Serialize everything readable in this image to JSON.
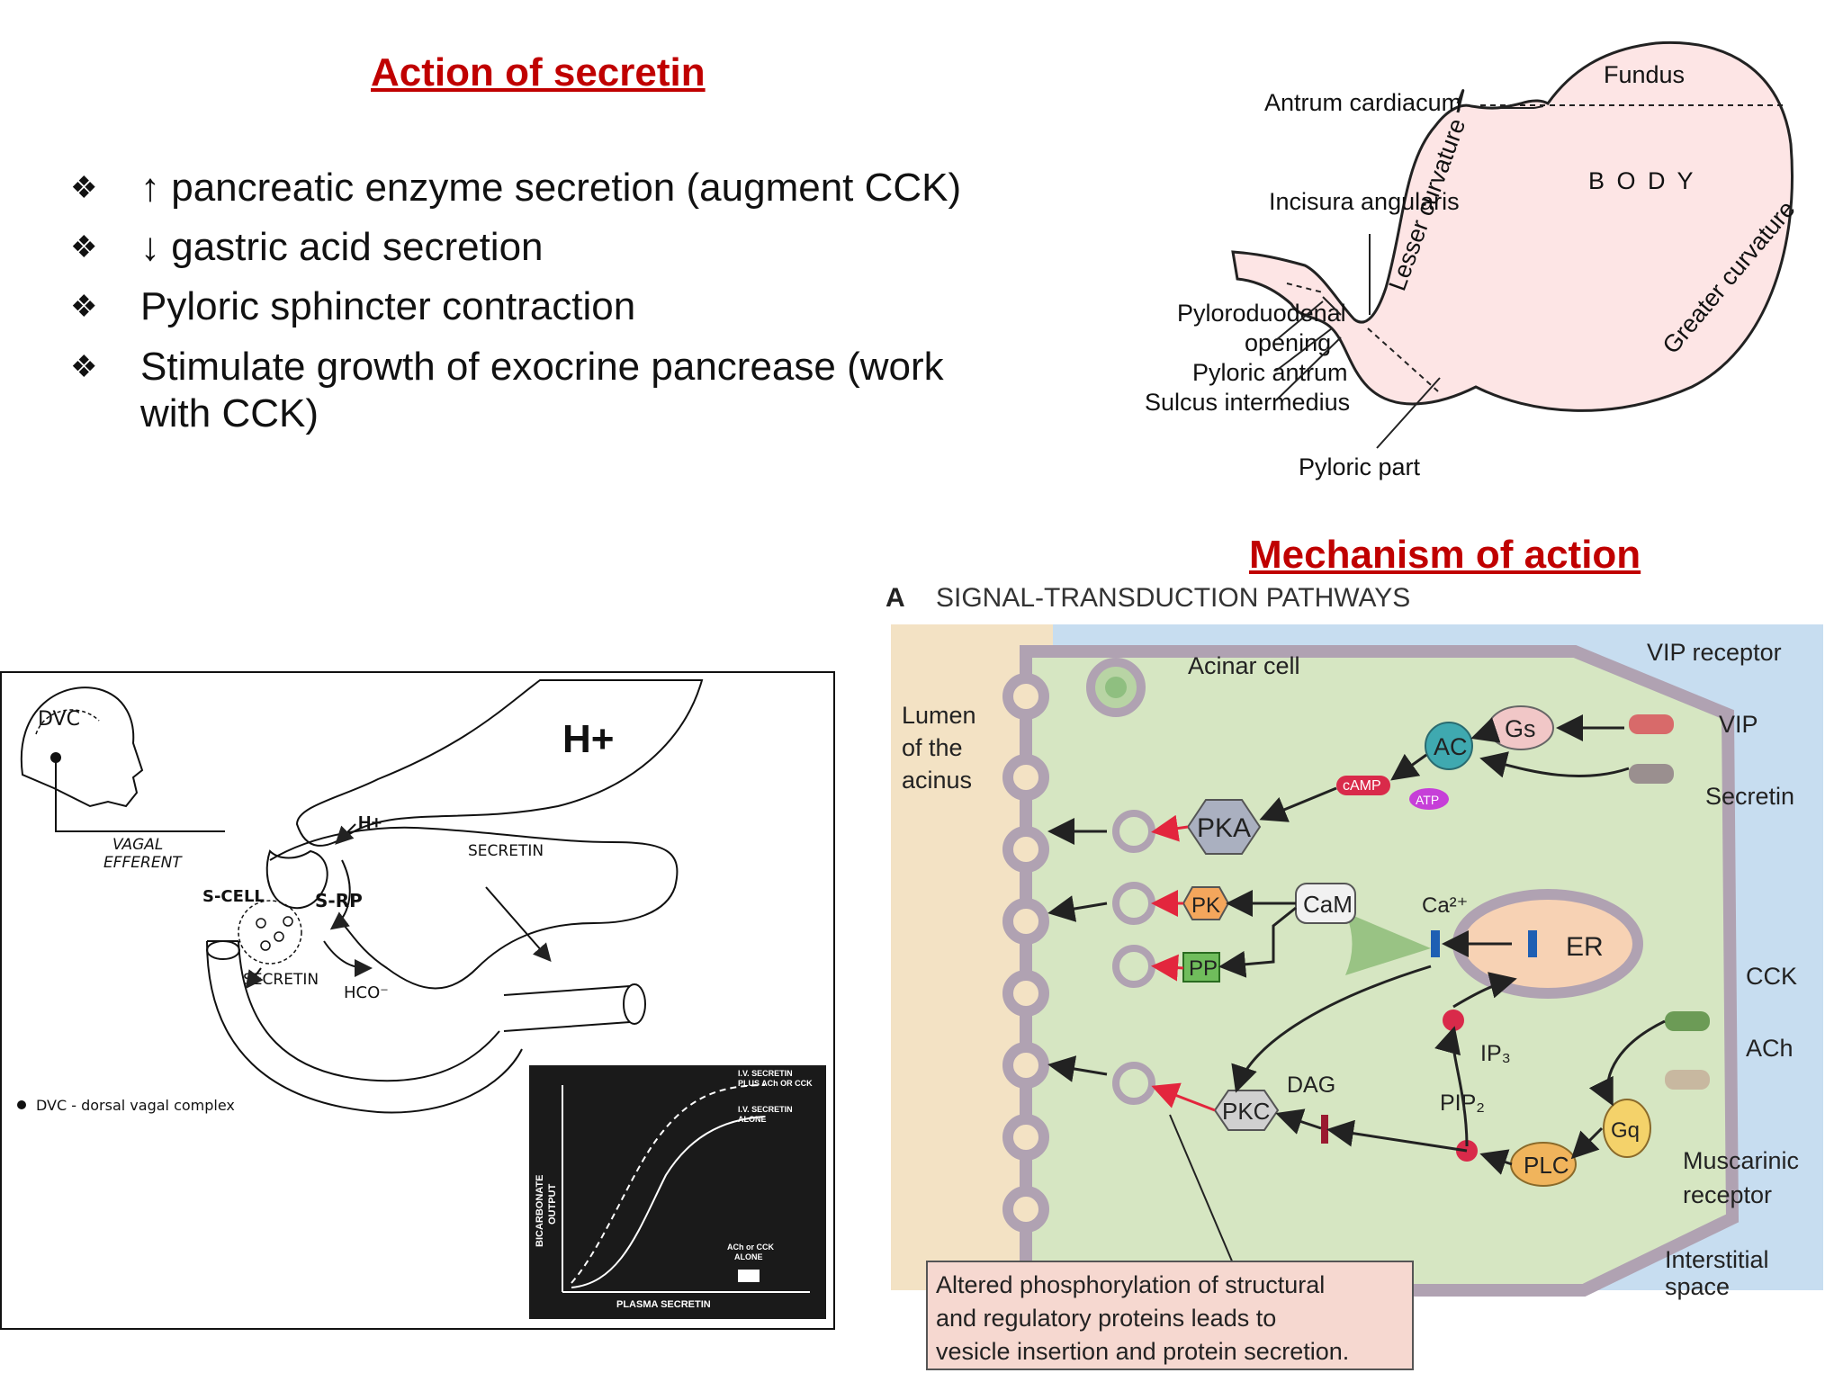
{
  "left": {
    "title": "Action of secretin",
    "bullets": [
      {
        "mark": "❖",
        "text": "↑ pancreatic enzyme secretion (augment CCK)"
      },
      {
        "mark": "❖",
        "text": "↓ gastric acid secretion"
      },
      {
        "mark": "❖",
        "text": "Pyloric sphincter contraction"
      },
      {
        "mark": "❖",
        "text": "Stimulate growth of exocrine pancrease (work with CCK)"
      }
    ]
  },
  "stomach": {
    "labels": {
      "fundus": "Fundus",
      "antrum_cardiacum": "Antrum cardiacum",
      "body": "B O D Y",
      "incisura": "Incisura angularis",
      "lesser": "Lesser",
      "lesser2": "curvature",
      "greater": "Greater",
      "greater2": "curvature",
      "pyloroduodenal1": "Pyloroduodenal",
      "pyloroduodenal2": "opening",
      "pyloric_antrum": "Pyloric antrum",
      "sulcus": "Sulcus intermedius",
      "pyloric_part": "Pyloric part"
    }
  },
  "mechanism": {
    "title": "Mechanism of action",
    "panel_letter": "A",
    "panel_title": "SIGNAL-TRANSDUCTION PATHWAYS",
    "labels": {
      "acinar_cell": "Acinar cell",
      "lumen1": "Lumen",
      "lumen2": "of the",
      "lumen3": "acinus",
      "vip_receptor": "VIP receptor",
      "vip": "VIP",
      "secretin": "Secretin",
      "gs": "Gs",
      "ac": "AC",
      "camp": "cAMP",
      "atp": "ATP",
      "pka": "PKA",
      "pk": "PK",
      "pp": "PP",
      "cam": "CaM",
      "ca": "Ca²⁺",
      "er": "ER",
      "cck": "CCK",
      "ach": "ACh",
      "ip3": "IP₃",
      "dag": "DAG",
      "pip2": "PIP₂",
      "pkc": "PKC",
      "plc": "PLC",
      "gq": "Gq",
      "muscarinic1": "Muscarinic",
      "muscarinic2": "receptor",
      "interstitial1": "Interstitial",
      "interstitial2": "space",
      "caption1": "Altered phosphorylation of structural",
      "caption2": "and regulatory proteins leads to",
      "caption3": "vesicle insertion and protein secretion."
    },
    "colors": {
      "lumen": "#f3e2c4",
      "cell": "#d6e6c2",
      "interstitial": "#c7ddf0",
      "membrane": "#b0a2b2",
      "caption_bg": "#f6d8d0"
    }
  },
  "vagal": {
    "labels": {
      "dvc": "DVC",
      "vagal": "VAGAL",
      "efferent": "EFFERENT",
      "h_top": "H+",
      "h_small": "H+",
      "secretin_gut": "SECRETIN",
      "s_cell": "S-CELL",
      "s_rp": "S-RP",
      "secretin_cell": "SECRETIN",
      "hco": "HCO⁻",
      "legend": "DVC - dorsal vagal complex"
    },
    "inset": {
      "ylabel1": "BICARBONATE",
      "ylabel2": "OUTPUT",
      "xlabel": "PLASMA SECRETIN",
      "curve1a": "I.V. SECRETIN",
      "curve1b": "PLUS ACh OR CCK",
      "curve2a": "I.V. SECRETIN",
      "curve2b": "ALONE",
      "base1": "ACh or CCK",
      "base2": "ALONE"
    }
  }
}
